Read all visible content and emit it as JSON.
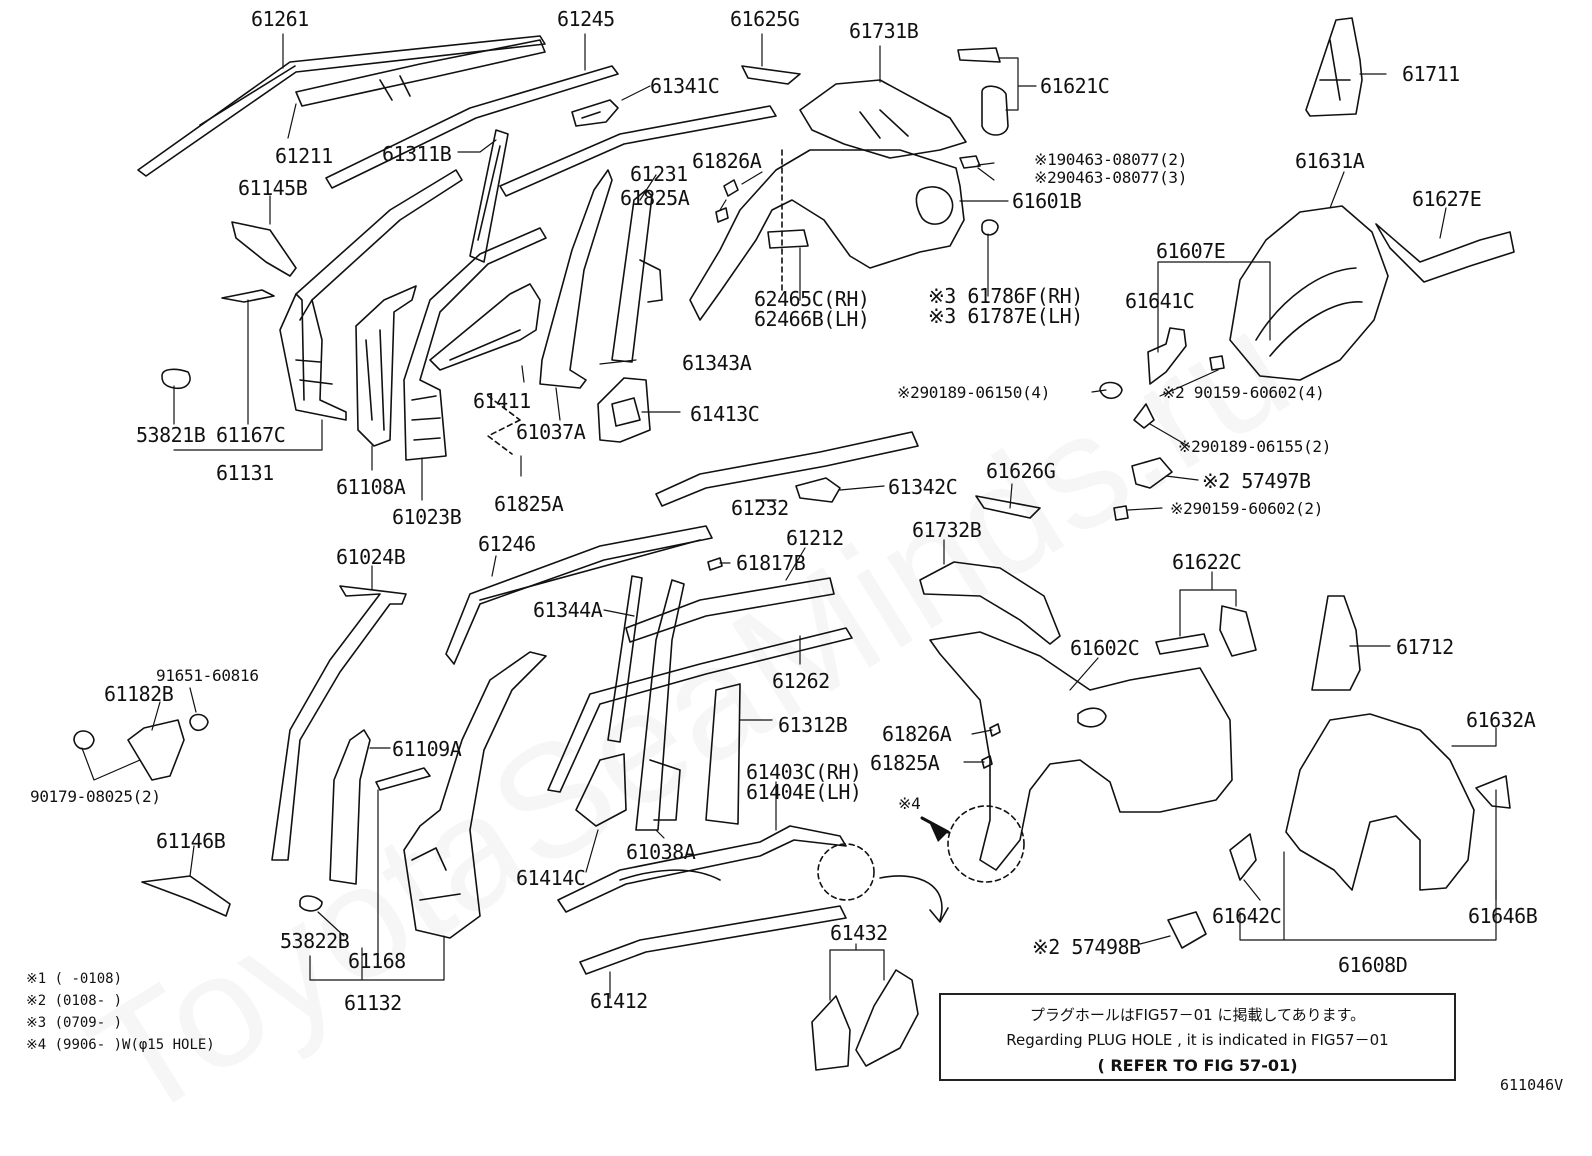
{
  "labels": {
    "p61261": "61261",
    "p61245": "61245",
    "p61625G": "61625G",
    "p61731B": "61731B",
    "p61621C": "61621C",
    "p61711": "61711",
    "p61341C": "61341C",
    "p61211": "61211",
    "p61311B": "61311B",
    "p61231": "61231",
    "p61826A_top": "61826A",
    "p61825A_top": "61825A",
    "note_190463": "※190463-08077(2)",
    "note_290463": "※290463-08077(3)",
    "p61601B": "61601B",
    "p61631A": "61631A",
    "p61627E": "61627E",
    "p61145B": "61145B",
    "p62465C": "62465C(RH)",
    "p62466B": "62466B(LH)",
    "p61607E": "61607E",
    "p61786F": "※3 61786F(RH)",
    "p61787E": "※3 61787E(LH)",
    "p61641C": "61641C",
    "p61343A": "61343A",
    "p290189_06150": "※290189-06150(4)",
    "p90159_60602": "※2 90159-60602(4)",
    "p61411": "61411",
    "p61413C": "61413C",
    "p53821B": "53821B",
    "p61167C": "61167C",
    "p61037A": "61037A",
    "p61131": "61131",
    "p61108A": "61108A",
    "p290189_06155": "※290189-06155(2)",
    "p57497B": "※2 57497B",
    "p61232": "61232",
    "p61342C": "61342C",
    "p61626G": "61626G",
    "p61825A_mid": "61825A",
    "p61023B": "61023B",
    "p290159_60602": "※290159-60602(2)",
    "p61732B": "61732B",
    "p61246": "61246",
    "p61212": "61212",
    "p61024B": "61024B",
    "p61817B": "61817B",
    "p61622C": "61622C",
    "p61344A": "61344A",
    "p91651_60816": "91651-60816",
    "p61182B": "61182B",
    "p61602C": "61602C",
    "p61712": "61712",
    "p61262": "61262",
    "p61312B": "61312B",
    "p61632A": "61632A",
    "p61109A": "61109A",
    "p61826A_low": "61826A",
    "p61403C": "61403C(RH)",
    "p61404E": "61404E(LH)",
    "p61825A_low": "61825A",
    "p90179_08025": "90179-08025(2)",
    "p_note4": "※4",
    "p61146B": "61146B",
    "p61414C": "61414C",
    "p61038A": "61038A",
    "p61642C": "61642C",
    "p61646B": "61646B",
    "p53822B": "53822B",
    "p61168": "61168",
    "p57498B": "※2 57498B",
    "p61608D": "61608D",
    "p61432": "61432",
    "p61132": "61132",
    "p61412": "61412"
  },
  "footnotes": [
    "※1 (      -0108)",
    "※2 (0108-      )",
    "※3 (0709-      )",
    "※4 (9906-      )W(φ15 HOLE)"
  ],
  "reference_box": {
    "line1": "プラグホールはFIG57－01 に掲載してあります。",
    "line2": "Regarding PLUG HOLE , it is indicated in FIG57－01",
    "line3": "( REFER TO FIG 57-01)"
  },
  "figure_number": "611046V",
  "watermark": "ToyotaSeaMinds.ru"
}
